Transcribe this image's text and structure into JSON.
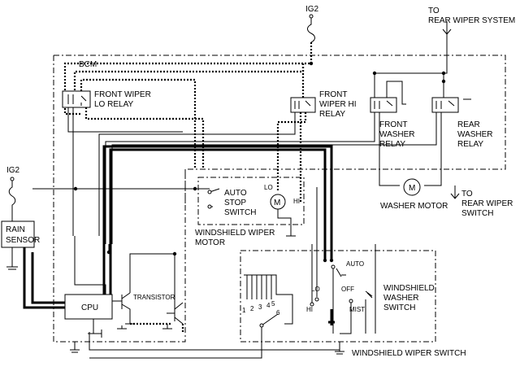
{
  "labels": {
    "ig2_top": "IG2",
    "ig2_left": "IG2",
    "bcm": "BCM",
    "to_rear_wiper_system": [
      "TO",
      "REAR WIPER SYSTEM"
    ],
    "front_wiper_lo_relay": [
      "FRONT WIPER",
      "LO RELAY"
    ],
    "front_wiper_hi_relay": [
      "FRONT",
      "WIPER HI",
      "RELAY"
    ],
    "front_washer_relay": [
      "FRONT",
      "WASHER",
      "RELAY"
    ],
    "rear_washer_relay": [
      "REAR",
      "WASHER",
      "RELAY"
    ],
    "auto_stop_switch": [
      "AUTO",
      "STOP",
      "SWITCH"
    ],
    "lo": "LO",
    "hi": "HI",
    "motor_letter": "M",
    "washer_motor": "WASHER MOTOR",
    "to_rear_wiper_switch": [
      "TO",
      "REAR WIPER",
      "SWITCH"
    ],
    "rain_sensor": [
      "RAIN",
      "SENSOR"
    ],
    "windshield_wiper_motor": [
      "WINDSHIELD WIPER",
      "MOTOR"
    ],
    "cpu": "CPU",
    "transistor": "TRANSISTOR",
    "positions": [
      "1",
      "2",
      "3",
      "4",
      "5",
      "6"
    ],
    "switch_lo": "LO",
    "switch_hi": "HI",
    "auto": "AUTO",
    "off": "OFF",
    "mist": "MIST",
    "windshield_washer_switch": [
      "WINDSHIELD",
      "WASHER",
      "SWITCH"
    ],
    "windshield_wiper_switch": "WINDSHIELD WIPER SWITCH"
  }
}
